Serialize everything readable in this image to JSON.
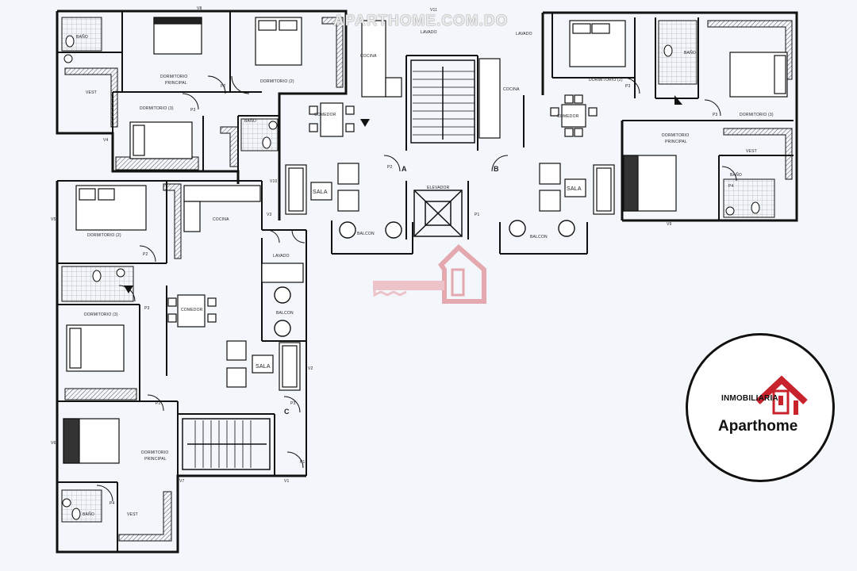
{
  "watermark": "APARTHOME.COM.DO",
  "logo": {
    "tagline": "INMOBILIARIA",
    "brand": "Aparthome",
    "accent": "#c8232c"
  },
  "rooms": {
    "bano": "BAÑO",
    "vest": "VEST",
    "dorm_principal_1": "DORMITORIO",
    "dorm_principal_2": "PRINCIPAL",
    "dorm_2": "DORMITORIO (2)",
    "dorm_3": "DORMITORIO (3)",
    "cocina": "COCINA",
    "lavado": "LAVADO",
    "comedor": "COMEDOR",
    "sala": "SALA",
    "balcon": "BALCON",
    "elevador": "ELEVADOR"
  },
  "units": {
    "a": "A",
    "b": "B",
    "c": "C"
  },
  "doors": {
    "p1": "P1",
    "p2": "P2",
    "p3": "P3",
    "p4": "P4"
  },
  "windows": {
    "v1": "V1",
    "v2": "V2",
    "v3": "V3",
    "v4": "V4",
    "v5": "V5",
    "v6": "V6",
    "v7": "V7",
    "v8": "V8",
    "v9": "V9",
    "v10": "V10",
    "v11": "V11"
  }
}
